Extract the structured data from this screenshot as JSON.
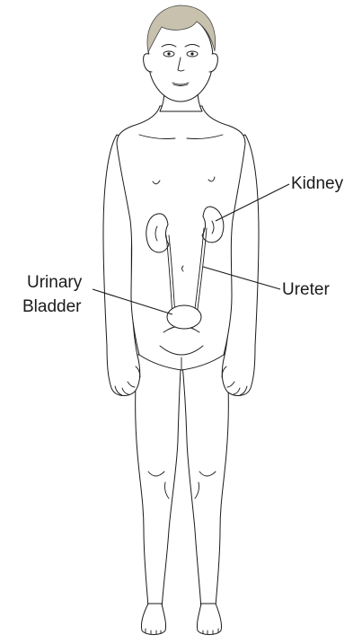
{
  "labels": {
    "kidney": "Kidney",
    "ureter": "Ureter",
    "bladder_line1": "Urinary",
    "bladder_line2": "Bladder"
  },
  "colors": {
    "hair": "#c8c1ad",
    "outline": "#1a1a1a"
  }
}
